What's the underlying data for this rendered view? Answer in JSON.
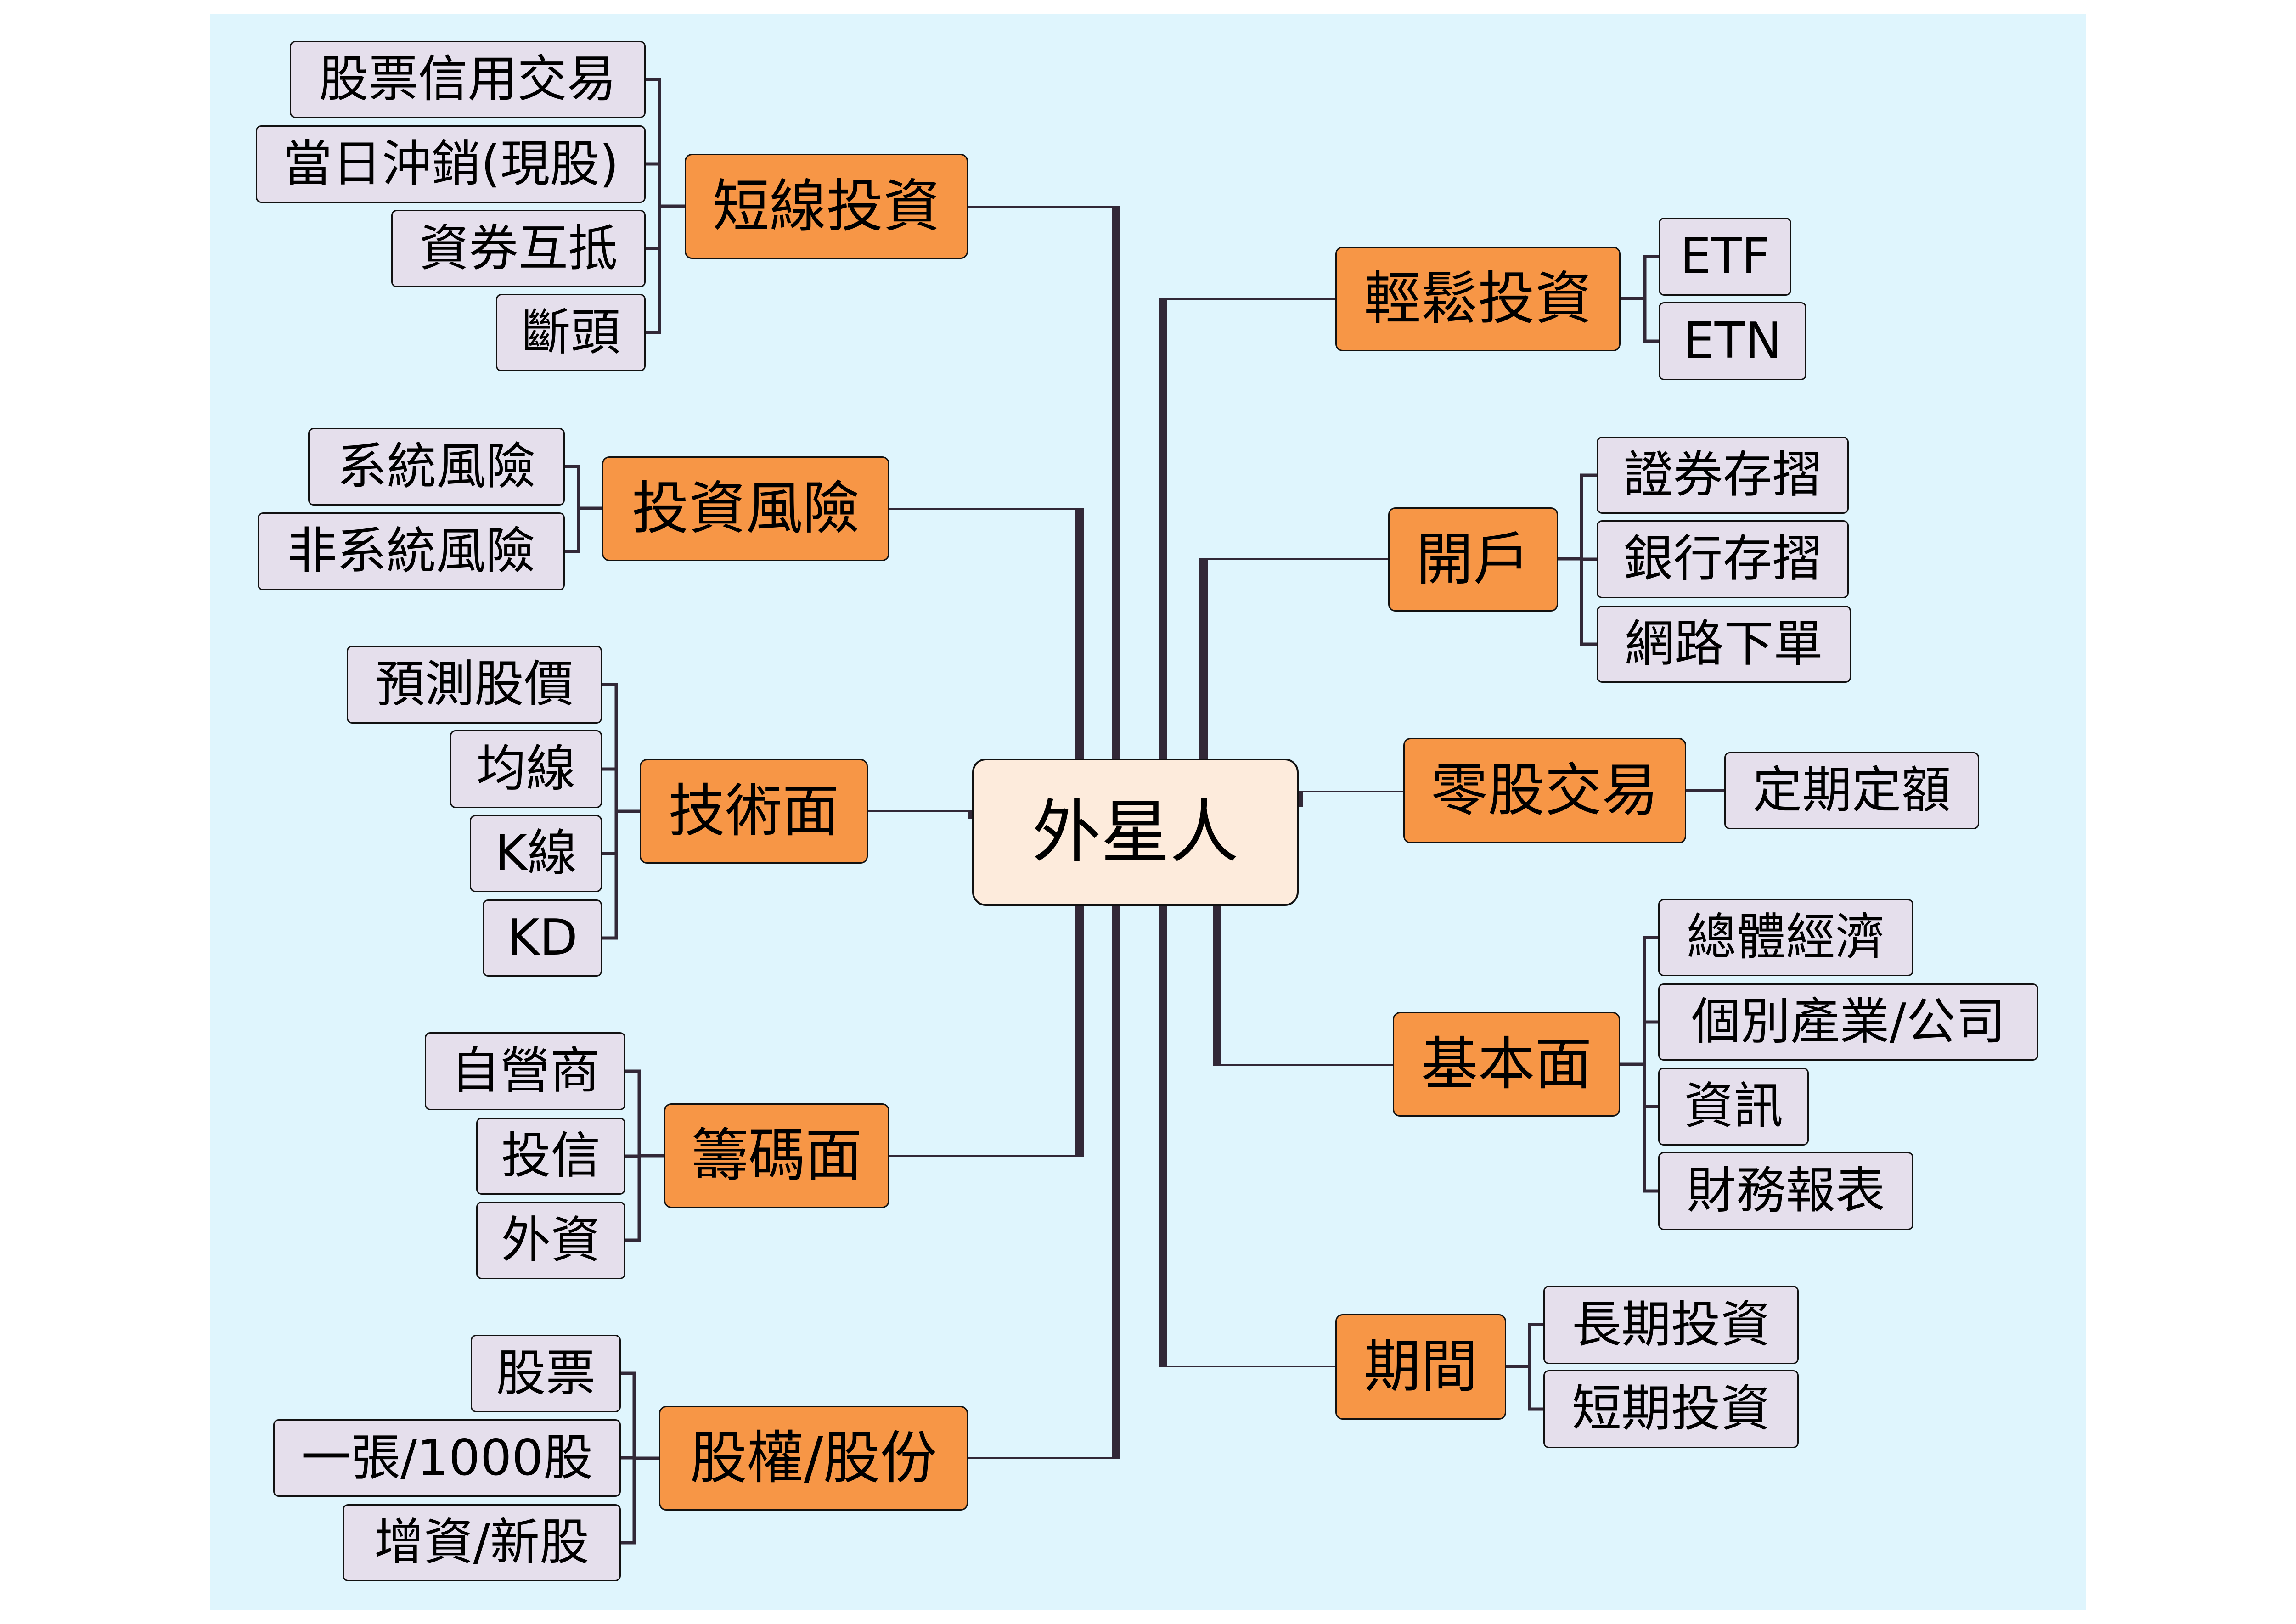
{
  "colors": {
    "page": "#ffffff",
    "canvas": "#dff5fd",
    "central": "#fdebdc",
    "topic": "#f79646",
    "sub": "#e5dfec",
    "line": "#322837",
    "border": "#111111"
  },
  "central_topic": {
    "label": "外星人"
  },
  "branches": [
    {
      "side": "left",
      "label": "短線投資",
      "children": [
        "股票信用交易",
        "當日沖銷(現股)",
        "資券互抵",
        "斷頭"
      ]
    },
    {
      "side": "left",
      "label": "投資風險",
      "children": [
        "系統風險",
        "非系統風險"
      ]
    },
    {
      "side": "left",
      "label": "技術面",
      "children": [
        "預測股價",
        "均線",
        "K線",
        "KD"
      ]
    },
    {
      "side": "left",
      "label": "籌碼面",
      "children": [
        "自營商",
        "投信",
        "外資"
      ]
    },
    {
      "side": "left",
      "label": "股權/股份",
      "children": [
        "股票",
        "一張/1000股",
        "增資/新股"
      ]
    },
    {
      "side": "right",
      "label": "輕鬆投資",
      "children": [
        "ETF",
        "ETN"
      ]
    },
    {
      "side": "right",
      "label": "開戶",
      "children": [
        "證券存摺",
        "銀行存摺",
        "網路下單"
      ]
    },
    {
      "side": "right",
      "label": "零股交易",
      "children": [
        "定期定額"
      ]
    },
    {
      "side": "right",
      "label": "基本面",
      "children": [
        "總體經濟",
        "個別產業/公司",
        "資訊",
        "財務報表"
      ]
    },
    {
      "side": "right",
      "label": "期間",
      "children": [
        "長期投資",
        "短期投資"
      ]
    }
  ]
}
